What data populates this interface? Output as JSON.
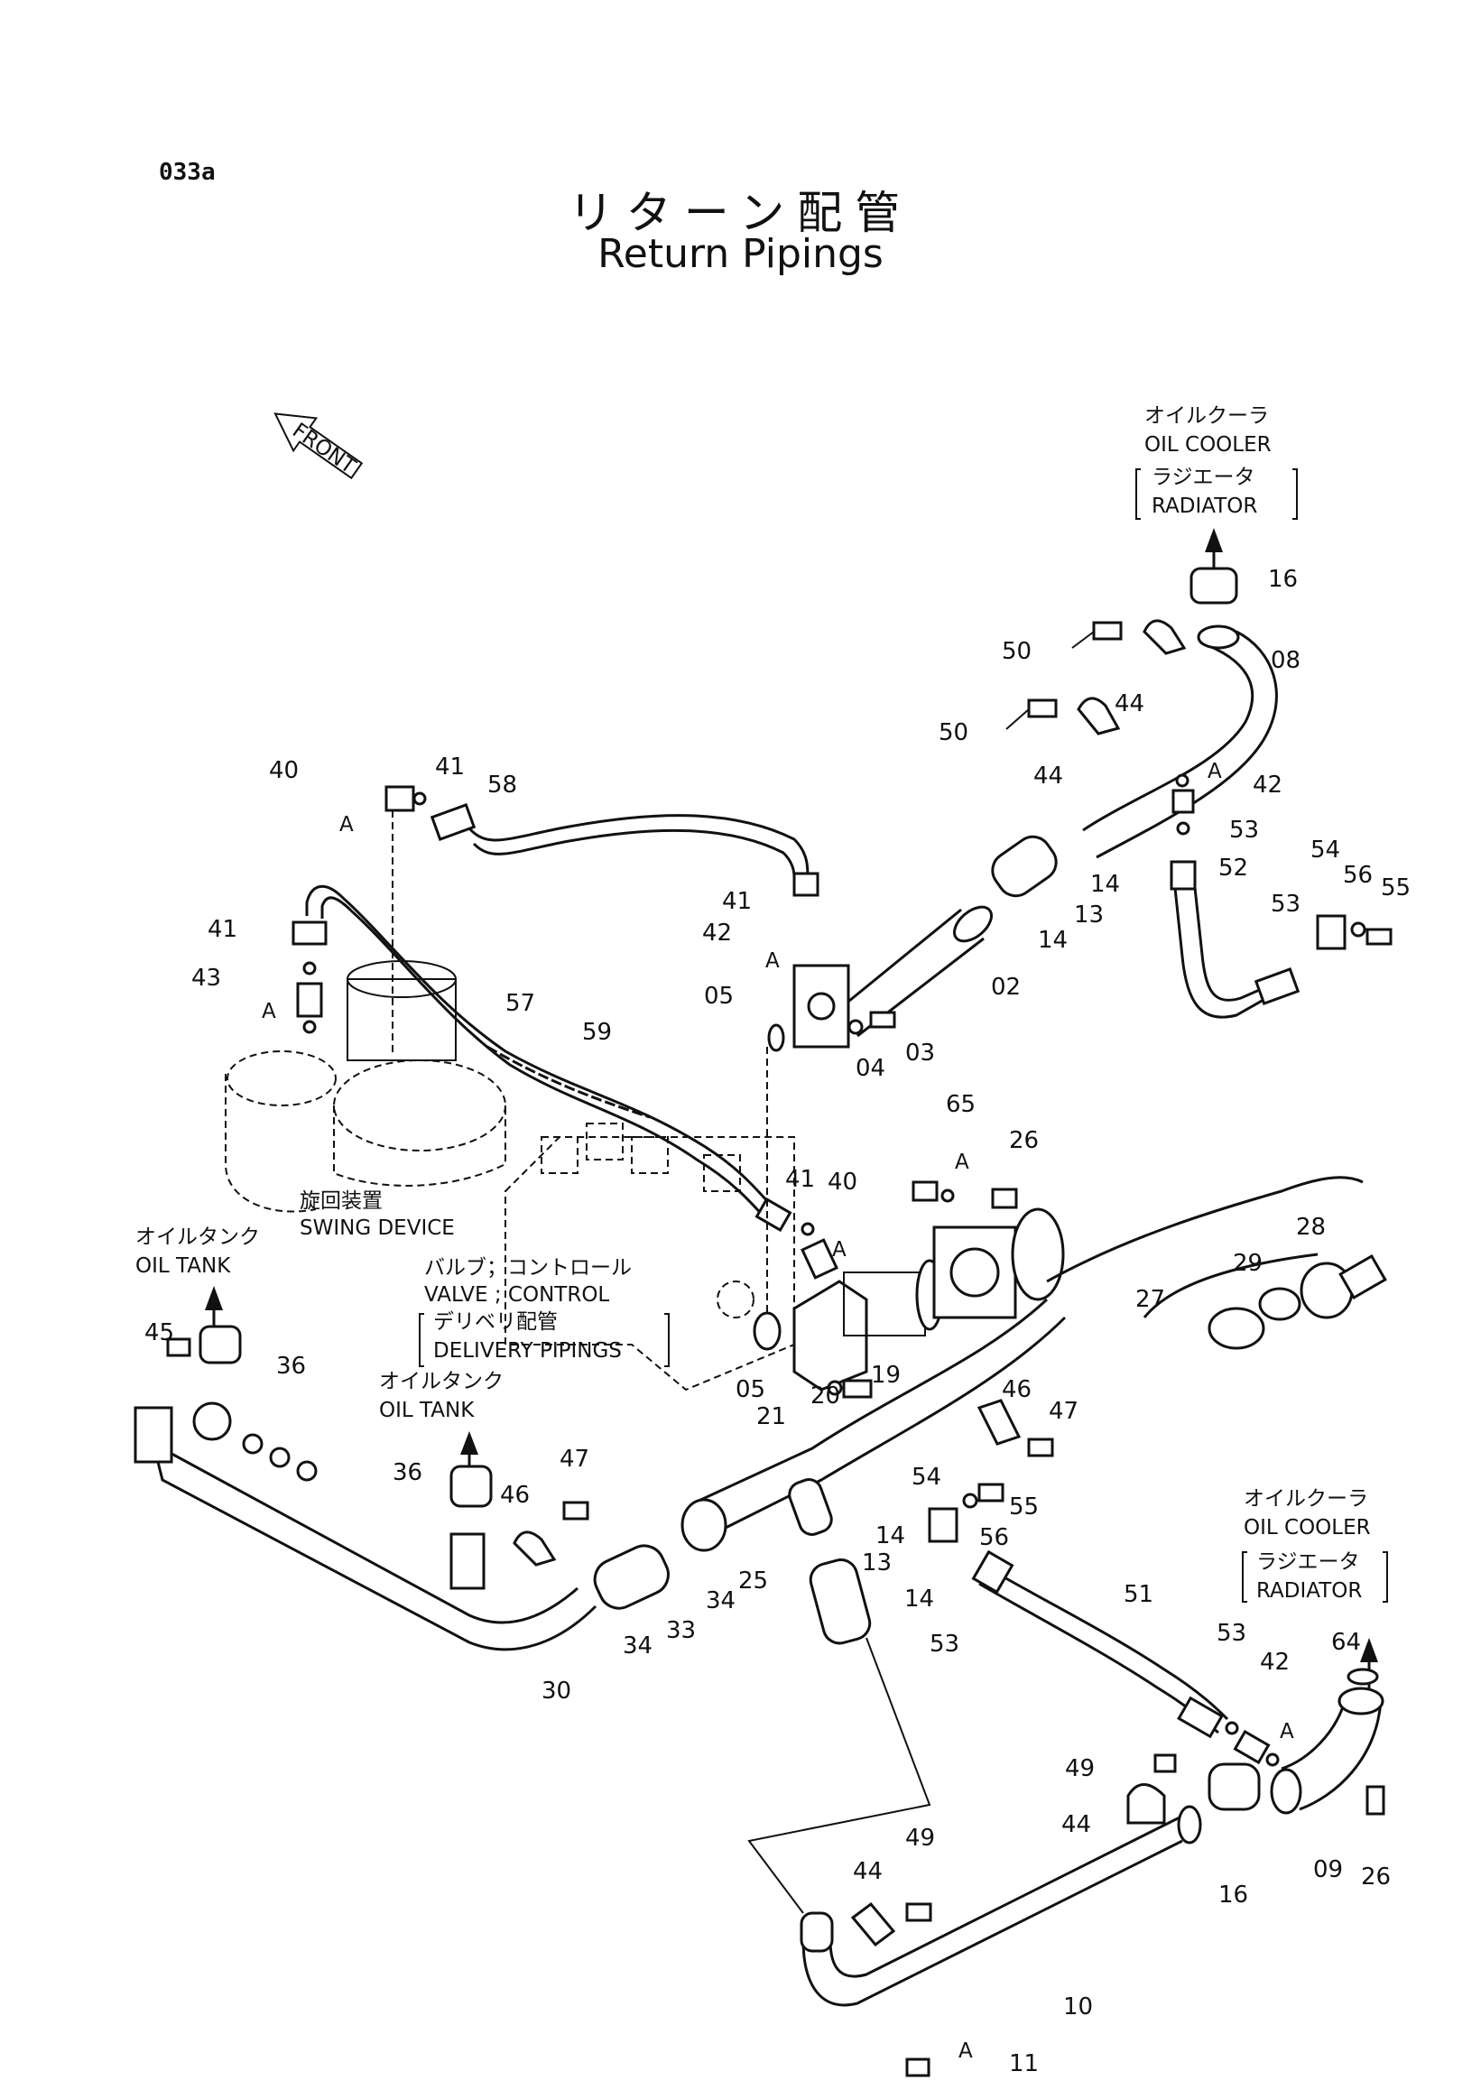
{
  "page_id": "033a",
  "title_jp": "リターン配管",
  "title_en": "Return Pipings",
  "front_arrow": "FRONT",
  "components": {
    "oil_cooler_top": {
      "jp": "オイルクーラ",
      "en": "OIL COOLER",
      "sub_jp": "ラジエータ",
      "sub_en": "RADIATOR"
    },
    "oil_cooler_bottom": {
      "jp": "オイルクーラ",
      "en": "OIL COOLER",
      "sub_jp": "ラジエータ",
      "sub_en": "RADIATOR"
    },
    "swing_device": {
      "jp": "旋回装置",
      "en": "SWING DEVICE"
    },
    "oil_tank_left": {
      "jp": "オイルタンク",
      "en": "OIL TANK"
    },
    "oil_tank_mid": {
      "jp": "オイルタンク",
      "en": "OIL TANK"
    },
    "valve_control": {
      "jp": "バルブ；コントロール",
      "en": "VALVE ; CONTROL",
      "sub_jp": "デリベリ配管",
      "sub_en": "DELIVERY PIPINGS"
    }
  },
  "detail_marker": "A",
  "part_labels": [
    "16",
    "50",
    "44",
    "08",
    "50",
    "44",
    "42",
    "53",
    "52",
    "54",
    "56",
    "55",
    "53",
    "14",
    "13",
    "14",
    "40",
    "41",
    "58",
    "41",
    "42",
    "05",
    "02",
    "03",
    "04",
    "41",
    "43",
    "57",
    "59",
    "65",
    "26",
    "41",
    "40",
    "28",
    "29",
    "27",
    "45",
    "36",
    "05",
    "19",
    "21",
    "20",
    "46",
    "47",
    "36",
    "47",
    "46",
    "54",
    "55",
    "56",
    "14",
    "13",
    "14",
    "53",
    "51",
    "53",
    "42",
    "64",
    "34",
    "33",
    "34",
    "25",
    "30",
    "49",
    "44",
    "16",
    "09",
    "26",
    "44",
    "49",
    "10",
    "11"
  ]
}
